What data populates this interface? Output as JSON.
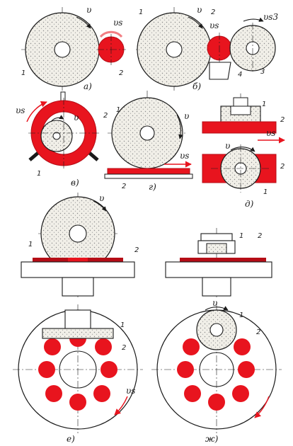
{
  "colors": {
    "work": "#e8141e",
    "work_dark": "#b50d16",
    "ink": "#1a1a1a",
    "wheel_fill": "#f1efe8",
    "dots": "#8a8a8a"
  },
  "captions": {
    "a": "а)",
    "b": "б)",
    "v": "в)",
    "g": "г)",
    "d": "д)",
    "e": "е)",
    "zh": "ж)"
  },
  "symbols": {
    "v": "υ",
    "vs": "υs",
    "vs3": "υs3"
  },
  "numbers": {
    "n1": "1",
    "n2": "2",
    "n3": "3",
    "n4": "4"
  }
}
